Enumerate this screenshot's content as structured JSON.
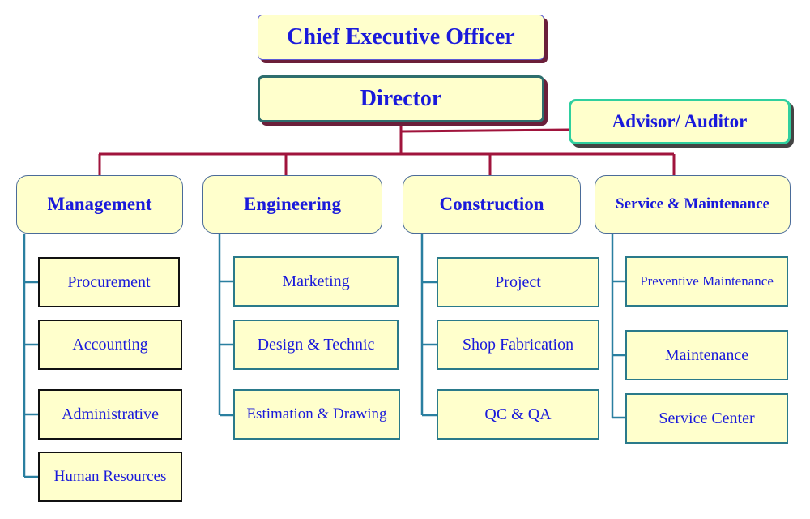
{
  "chart": {
    "ceo": "Chief Executive Officer",
    "director": "Director",
    "advisor": "Advisor/ Auditor",
    "departments": {
      "management": {
        "title": "Management",
        "units": [
          "Procurement",
          "Accounting",
          "Administrative",
          "Human Resources"
        ]
      },
      "engineering": {
        "title": "Engineering",
        "units": [
          "Marketing",
          "Design & Technic",
          "Estimation & Drawing"
        ]
      },
      "construction": {
        "title": "Construction",
        "units": [
          "Project",
          "Shop Fabrication",
          "QC & QA"
        ]
      },
      "service": {
        "title": "Service & Maintenance",
        "units": [
          "Preventive Maintenance",
          "Maintenance",
          "Service Center"
        ]
      }
    }
  },
  "colors": {
    "box_fill": "#ffffcc",
    "text": "#1a1adb",
    "top_connector": "#a0143c",
    "branch_connector": "#2a7fa0",
    "shadow": "#6b1f3a"
  }
}
